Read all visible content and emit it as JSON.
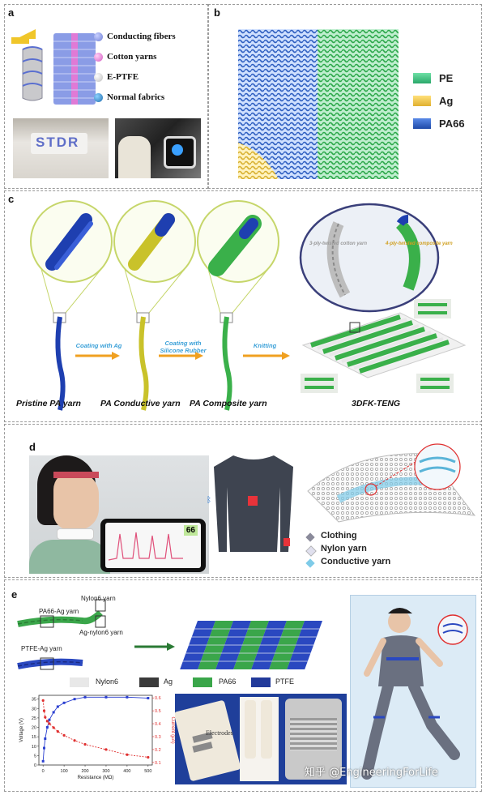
{
  "panels": {
    "a": {
      "label": "a",
      "legend": [
        {
          "text": "Conducting fibers",
          "color": "#6f7fd6"
        },
        {
          "text": "Cotton yarns",
          "color": "#d45bc2"
        },
        {
          "text": "E-PTFE",
          "color": "#e6e6e6"
        },
        {
          "text": "Normal fabrics",
          "color": "#1e6fb0"
        }
      ],
      "patch_text": "STDR"
    },
    "b": {
      "label": "b",
      "legend": [
        {
          "text": "PE",
          "color": "#3fc68a"
        },
        {
          "text": "Ag",
          "color": "#f0c84a"
        },
        {
          "text": "PA66",
          "color": "#2f5fc0"
        }
      ]
    },
    "c": {
      "label": "c",
      "captions": [
        "Pristine PA yarn",
        "PA Conductive yarn",
        "PA Composite yarn",
        "3DFK-TENG"
      ],
      "arrows": [
        "Coating with Ag",
        "Coating with Silicone Rubber",
        "Knitting"
      ],
      "inset_labels": [
        "3-ply-twisted cotton yarn",
        "4-ply-twisted composite yarn"
      ]
    },
    "d": {
      "label": "d",
      "phone_value": "66",
      "legend": [
        {
          "text": "Clothing",
          "color": "#8a8a9a"
        },
        {
          "text": "Nylon yarn",
          "color": "#e0e0ee"
        },
        {
          "text": "Conductive yarn",
          "color": "#7ecbe8"
        }
      ]
    },
    "e": {
      "label": "e",
      "yarn_labels": [
        "Nylon6 yarn",
        "PA66-Ag yarn",
        "Ag-nylon6 yarn",
        "PTFE-Ag yarn"
      ],
      "legend": [
        {
          "text": "Nylon6",
          "color": "#e8e8e8"
        },
        {
          "text": "Ag",
          "color": "#3a3a3a"
        },
        {
          "text": "PA66",
          "color": "#3aa64a"
        },
        {
          "text": "PTFE",
          "color": "#223a9a"
        }
      ],
      "photo_label": "Electrodes"
    }
  },
  "watermark": "知乎 @EngineeringForLife",
  "chart_data": {
    "type": "line",
    "xlabel": "Resistance (MΩ)",
    "ylabel_left": "Voltage (V)",
    "ylabel_right": "Current (μA)",
    "x_ticks": [
      0,
      100,
      200,
      300,
      400,
      500
    ],
    "y_left_ticks": [
      0,
      5,
      10,
      15,
      20,
      25,
      30,
      35
    ],
    "y_right_ticks": [
      0.1,
      0.2,
      0.3,
      0.4,
      0.5,
      0.6
    ],
    "xlim": [
      -20,
      520
    ],
    "ylim_left": [
      0,
      37
    ],
    "ylim_right": [
      0.08,
      0.62
    ],
    "series": [
      {
        "axis": "left",
        "color": "#2a3fd0",
        "marker": "square",
        "x": [
          0,
          5,
          10,
          20,
          30,
          50,
          70,
          100,
          150,
          200,
          300,
          400,
          500
        ],
        "y": [
          2,
          9,
          14,
          20,
          24,
          28,
          31,
          33,
          35,
          36,
          36,
          36,
          35.5
        ]
      },
      {
        "axis": "right",
        "color": "#e03030",
        "marker": "circle",
        "x": [
          0,
          5,
          10,
          20,
          30,
          50,
          70,
          100,
          150,
          200,
          300,
          400,
          500
        ],
        "y": [
          0.58,
          0.5,
          0.45,
          0.42,
          0.4,
          0.37,
          0.34,
          0.31,
          0.27,
          0.24,
          0.2,
          0.16,
          0.14
        ]
      }
    ]
  }
}
